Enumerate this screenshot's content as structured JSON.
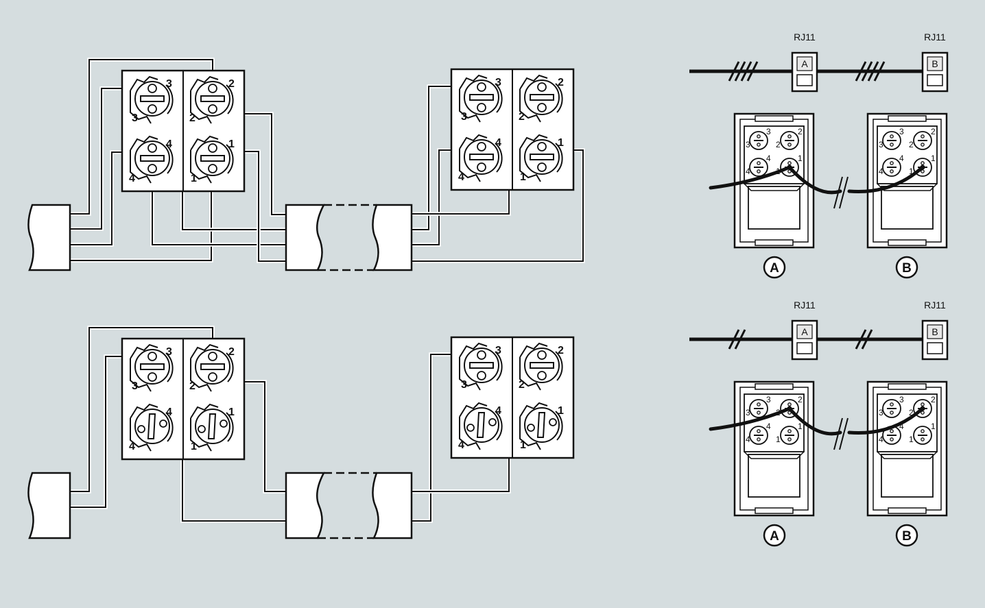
{
  "diagrams": [
    {
      "socket_labels": [
        "3",
        "2",
        "4",
        "1"
      ],
      "rj11_labels": [
        "RJ11",
        "RJ11"
      ],
      "plug_labels": [
        "A",
        "B"
      ],
      "jack_letters": [
        "A",
        "B"
      ],
      "modular_pins": [
        "3",
        "2",
        "4",
        "1"
      ]
    },
    {
      "socket_labels": [
        "3",
        "2",
        "4",
        "1"
      ],
      "rj11_labels": [
        "RJ11",
        "RJ11"
      ],
      "plug_labels": [
        "A",
        "B"
      ],
      "jack_letters": [
        "A",
        "B"
      ],
      "modular_pins": [
        "3",
        "2",
        "4",
        "1"
      ]
    }
  ]
}
